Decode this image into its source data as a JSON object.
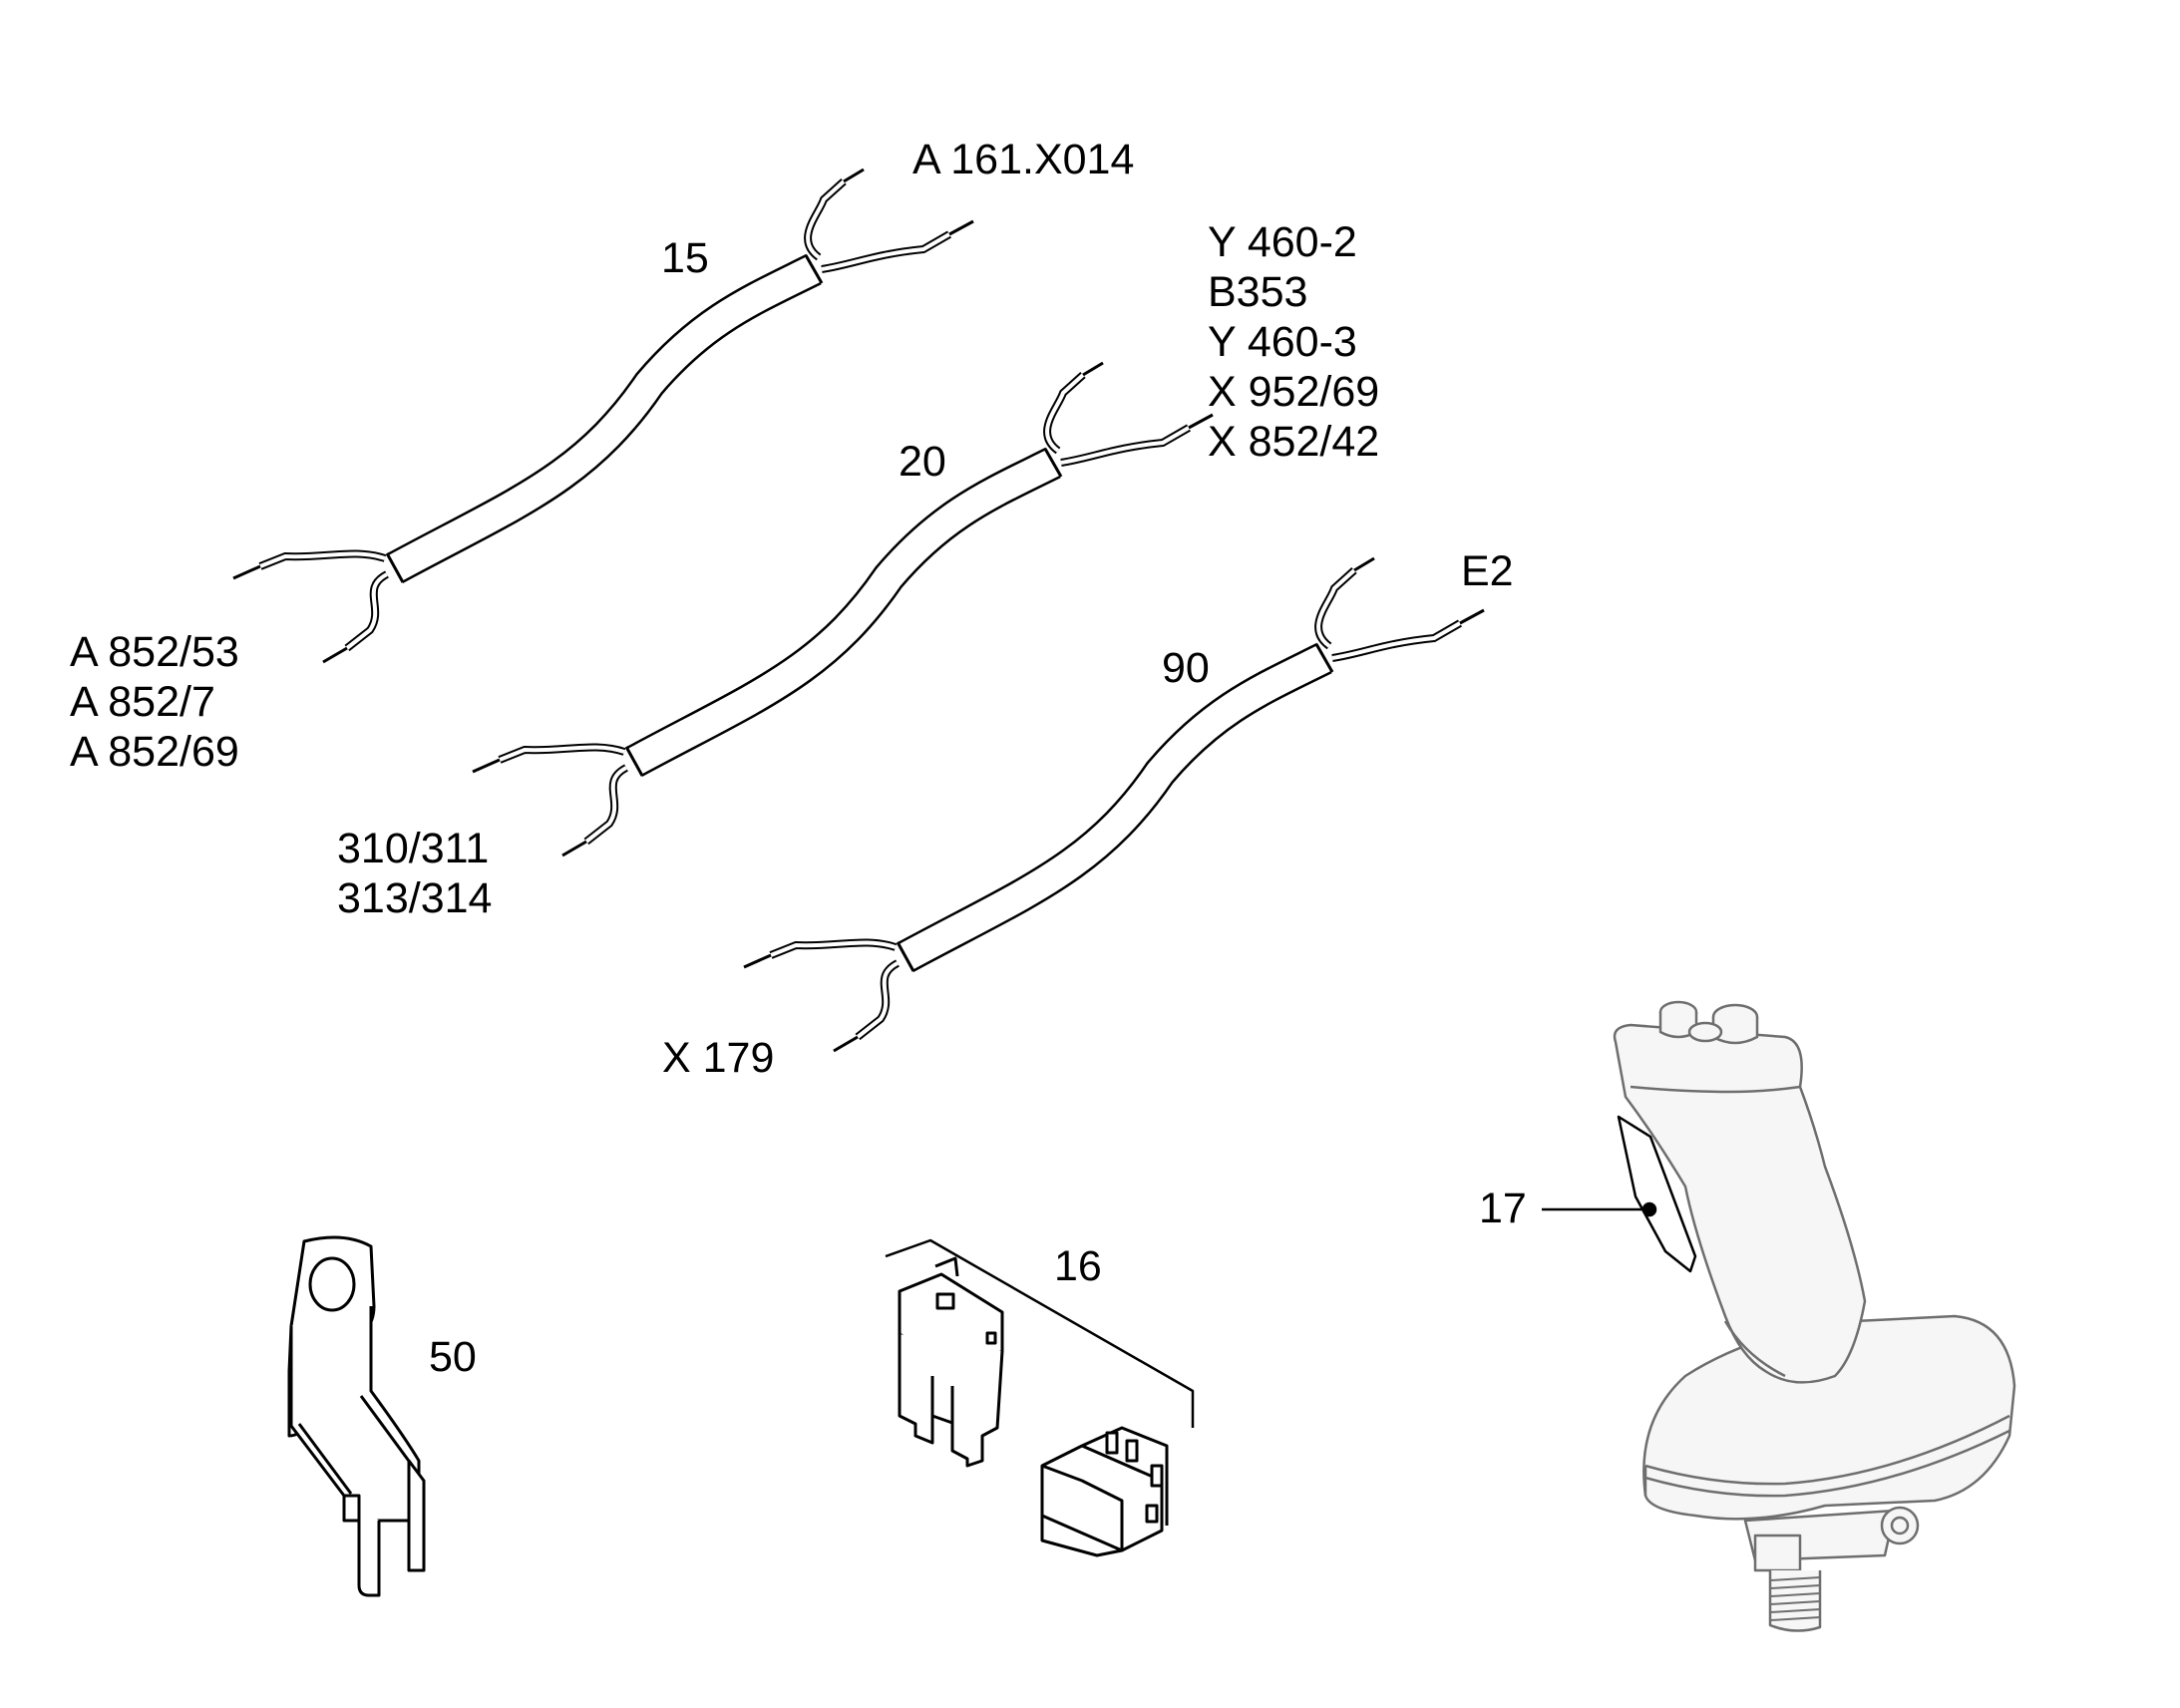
{
  "callouts": {
    "harness_15": {
      "item": "15",
      "top_end": [
        "A 161.X014"
      ],
      "bottom_end": [
        "A 852/53",
        "A 852/7",
        "A 852/69"
      ]
    },
    "harness_20": {
      "item": "20",
      "top_end": [
        "Y 460-2",
        "B353",
        "Y 460-3",
        "X 952/69",
        "X 852/42"
      ],
      "bottom_end": [
        "310/311",
        "313/314"
      ]
    },
    "harness_90": {
      "item": "90",
      "top_end": [
        "E2"
      ],
      "bottom_end": [
        "X 179"
      ]
    },
    "bracket": {
      "item": "50"
    },
    "fuse_kit": {
      "item": "16"
    },
    "joystick": {
      "item": "17"
    }
  },
  "colors": {
    "line": "#000000",
    "joystick_line": "#6e6e6e",
    "joystick_fill": "#f6f6f6",
    "background": "#ffffff"
  }
}
